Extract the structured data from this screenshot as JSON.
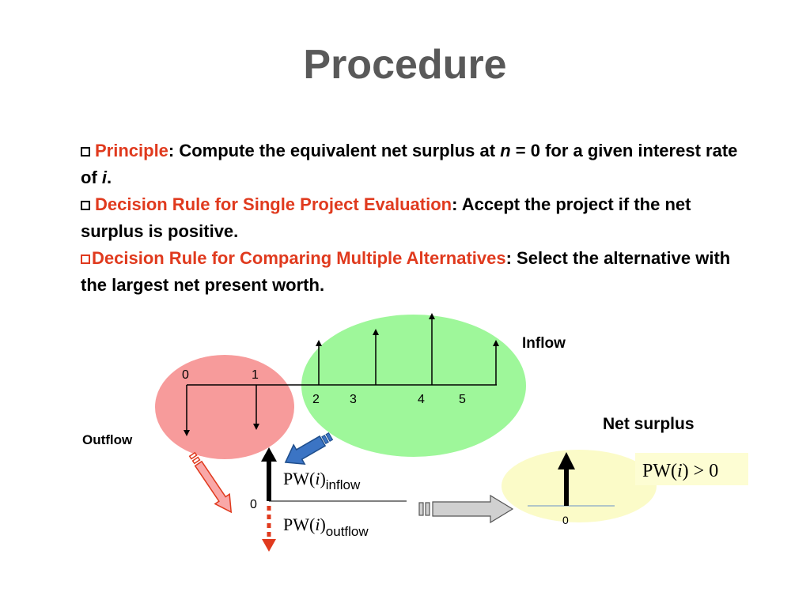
{
  "title": "Procedure",
  "bullets": [
    {
      "highlight": "Principle",
      "rest_a": ": Compute the equivalent net surplus at ",
      "var_n": "n",
      "rest_b": " = 0 for a given interest rate of ",
      "var_i": "i",
      "rest_c": "."
    },
    {
      "highlight": "Decision Rule for Single Project Evaluation",
      "rest": ": Accept the project if the net surplus is positive."
    },
    {
      "highlight": "Decision Rule for Comparing Multiple Alternatives",
      "rest": ": Select the alternative with the largest net present worth."
    }
  ],
  "diagram": {
    "inflow_label": "Inflow",
    "outflow_label": "Outflow",
    "net_surplus_label": "Net surplus",
    "ticks": [
      "0",
      "1",
      "2",
      "3",
      "4",
      "5"
    ],
    "pw_prefix": "PW(",
    "pw_var": "i",
    "pw_suffix": ")",
    "inflow_sub": "inflow",
    "outflow_sub": "outflow",
    "zero_label": "0",
    "result_zero_label": "0",
    "result_text": "PW(i) > 0",
    "colors": {
      "outflow_region": "#f79b9b",
      "inflow_region": "#9ef79a",
      "net_region": "#fbfbc8",
      "result_box": "#fdfdd3",
      "highlight": "#e03a1e",
      "outflow_arrow": "#e03a1e",
      "blue_arrow": "#3b74c4",
      "gray_arrow": "#d0d0d0"
    }
  }
}
